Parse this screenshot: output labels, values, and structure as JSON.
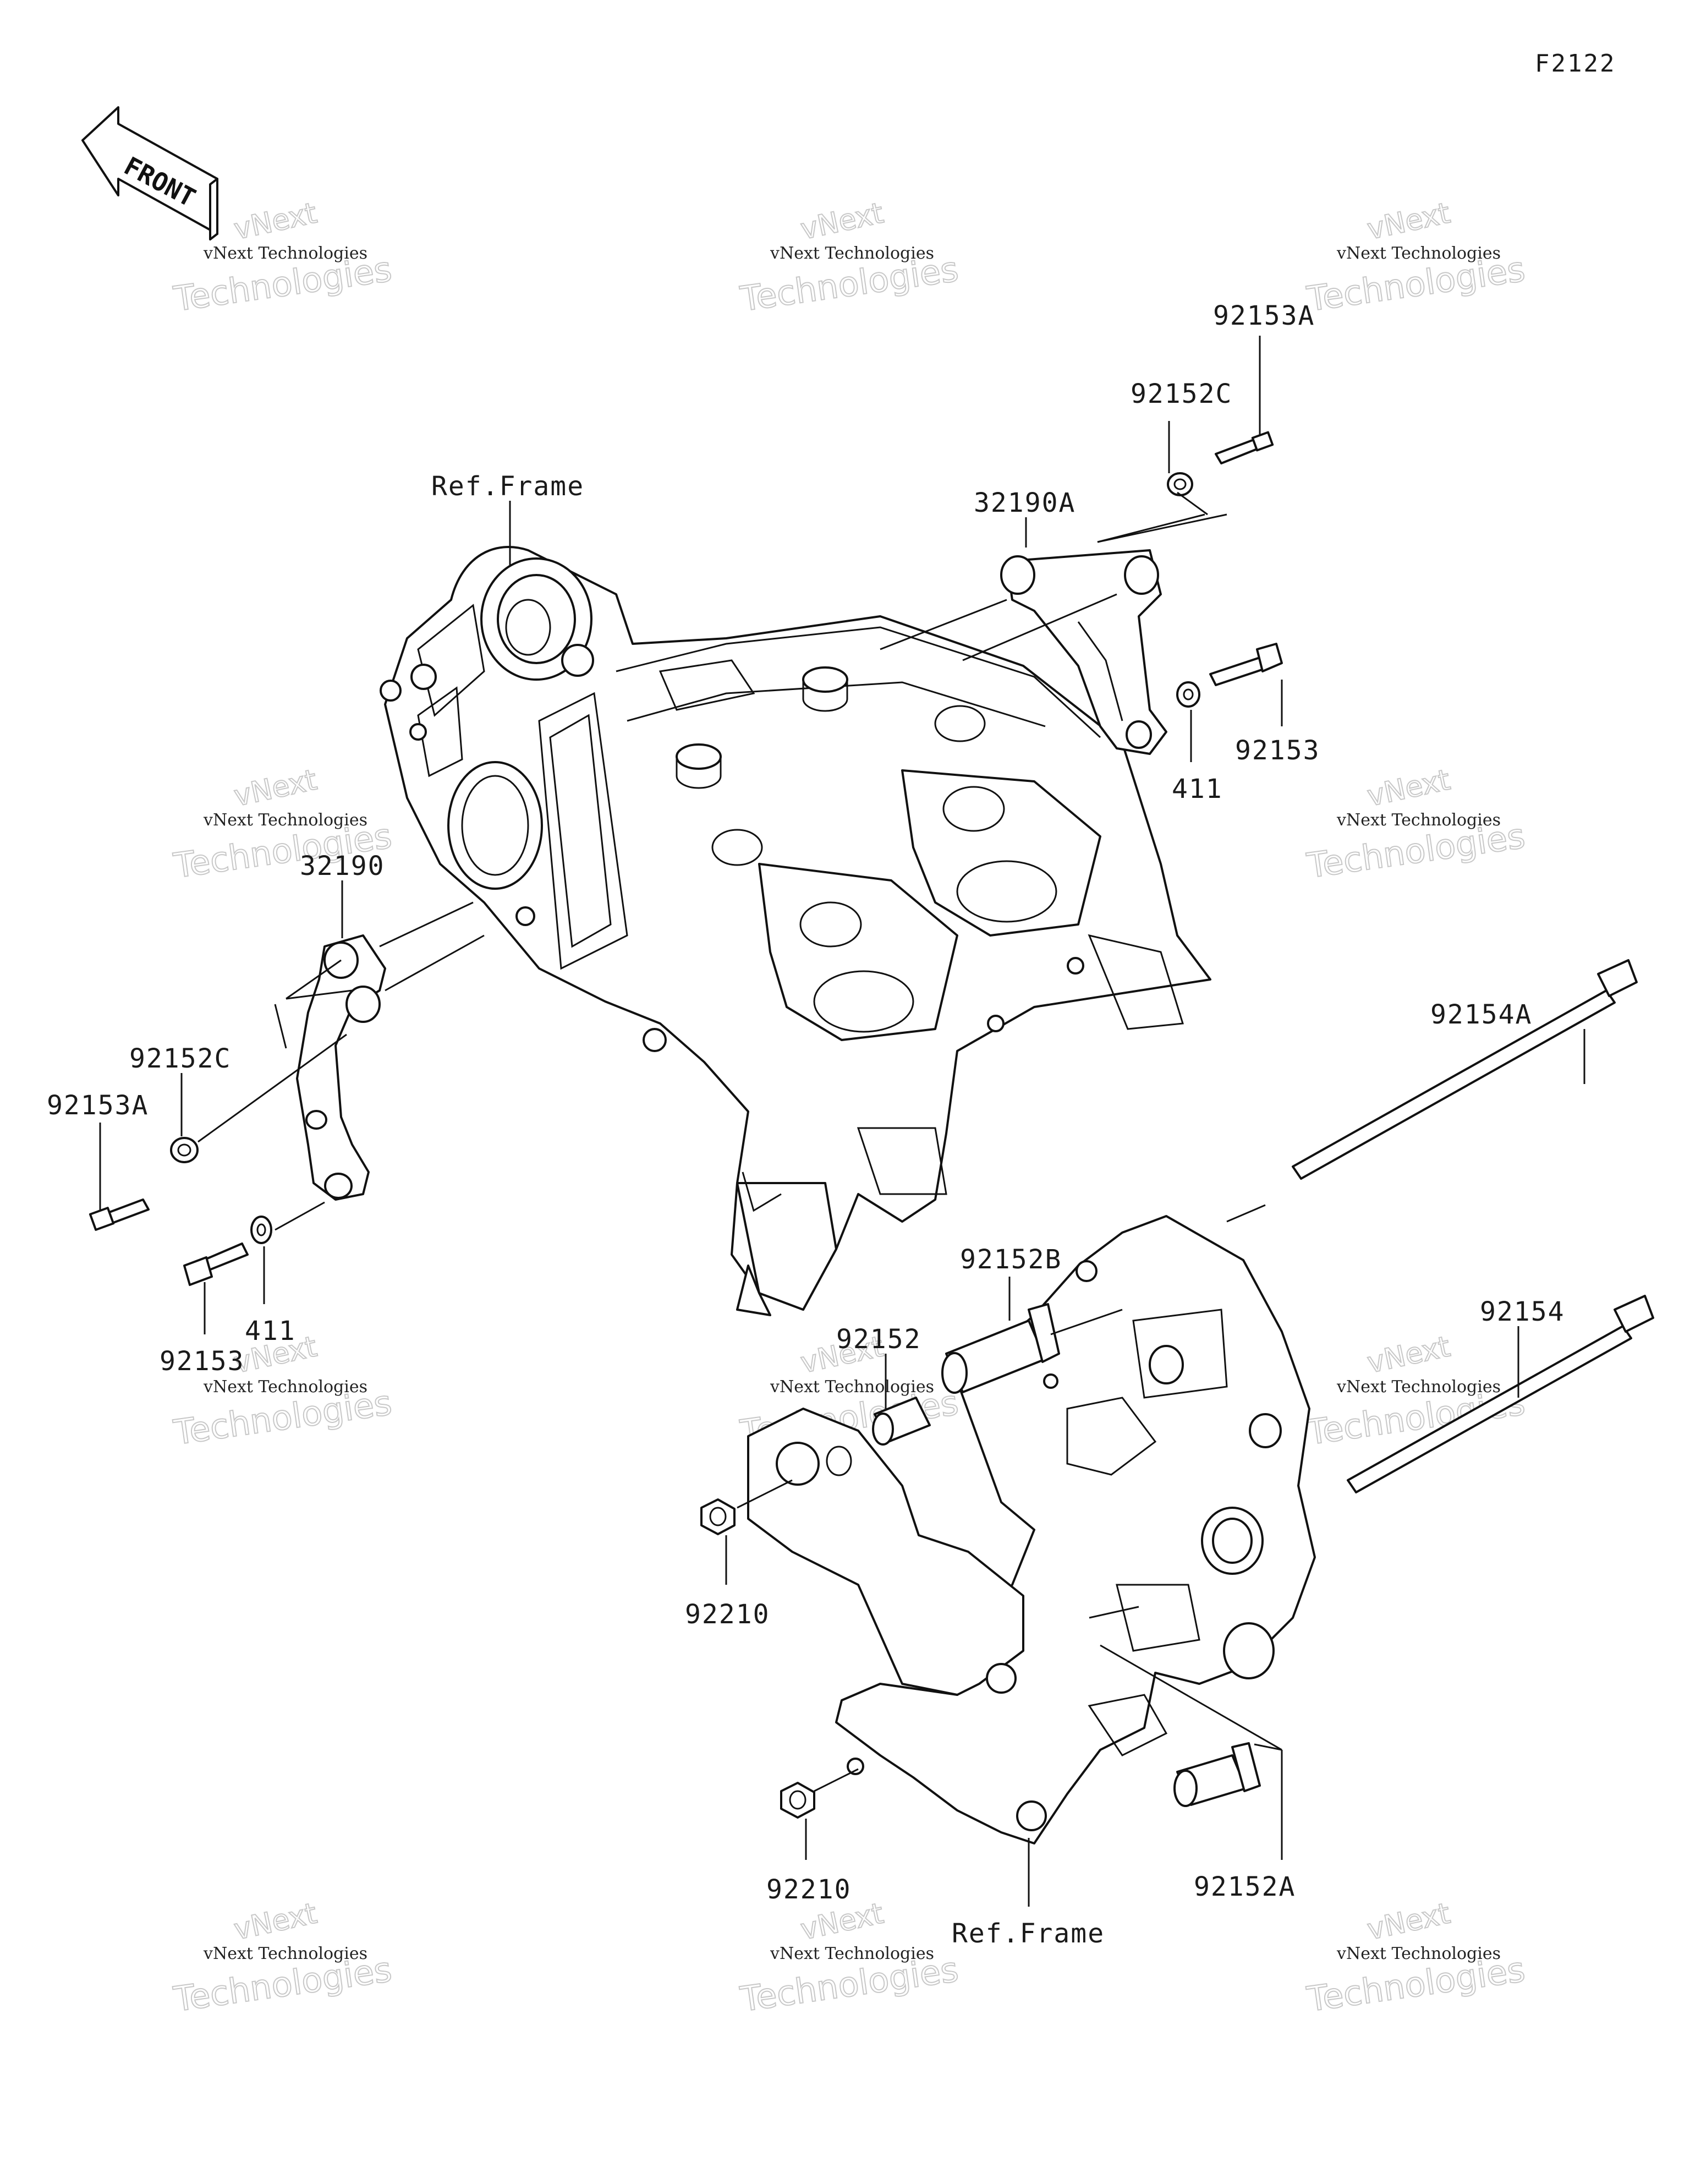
{
  "figure_code": "F2122",
  "front_arrow_label": "FRONT",
  "watermark": {
    "line1": "vNext Technologies",
    "line2": "Technologies",
    "line3": "vNext"
  },
  "labels": {
    "ref_frame_top": "Ref.Frame",
    "ref_frame_bottom": "Ref.Frame",
    "p32190A": "32190A",
    "p92152C_right": "92152C",
    "p92153A_right": "92153A",
    "p92153_right": "92153",
    "p411_right": "411",
    "p32190": "32190",
    "p92152C_left": "92152C",
    "p92153A_left": "92153A",
    "p92153_left": "92153",
    "p411_left": "411",
    "p92154A": "92154A",
    "p92154": "92154",
    "p92152B": "92152B",
    "p92152": "92152",
    "p92210_upper": "92210",
    "p92210_lower": "92210",
    "p92152A": "92152A"
  }
}
